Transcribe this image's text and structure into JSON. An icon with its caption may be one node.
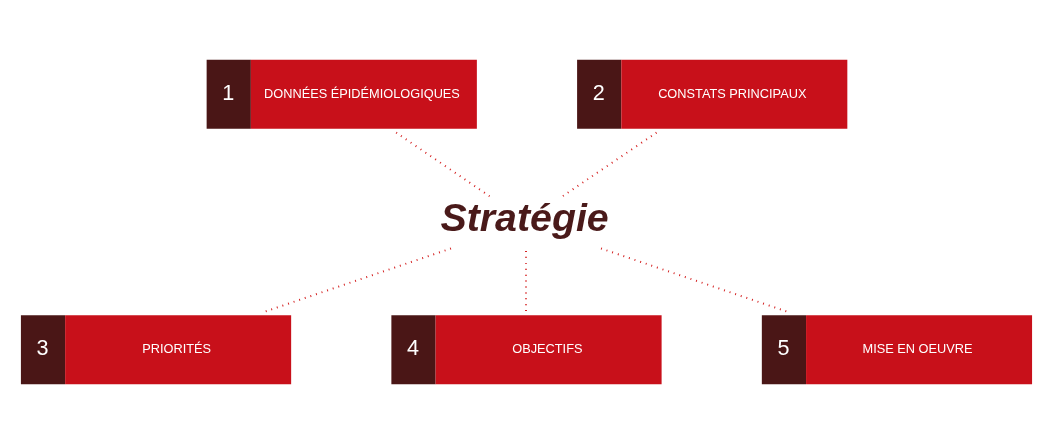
{
  "diagram": {
    "nodes": [
      {
        "text": [
          "1",
          "DONNÉES ÉPIDÉMIOLOGIQUES"
        ]
      },
      {
        "text": [
          "2",
          "CONSTATS PRINCIPAUX"
        ]
      },
      {
        "text": [
          "Stratégie"
        ]
      },
      {
        "text": [
          "3",
          "PRIORITÉS"
        ]
      },
      {
        "text": [
          "4",
          "OBJECTIFS"
        ]
      },
      {
        "text": [
          "5",
          "MISE EN OEUVRE"
        ]
      }
    ],
    "edges": [
      {
        "from": 0,
        "to": 2,
        "arrow": "none",
        "style": "dashed"
      },
      {
        "from": 1,
        "to": 2,
        "arrow": "none",
        "style": "dashed"
      },
      {
        "from": 3,
        "to": 2,
        "arrow": "none",
        "style": "dashed"
      },
      {
        "from": 4,
        "to": 2,
        "arrow": "none",
        "style": "dashed"
      },
      {
        "from": 5,
        "to": 2,
        "arrow": "none",
        "style": "dashed"
      }
    ]
  }
}
